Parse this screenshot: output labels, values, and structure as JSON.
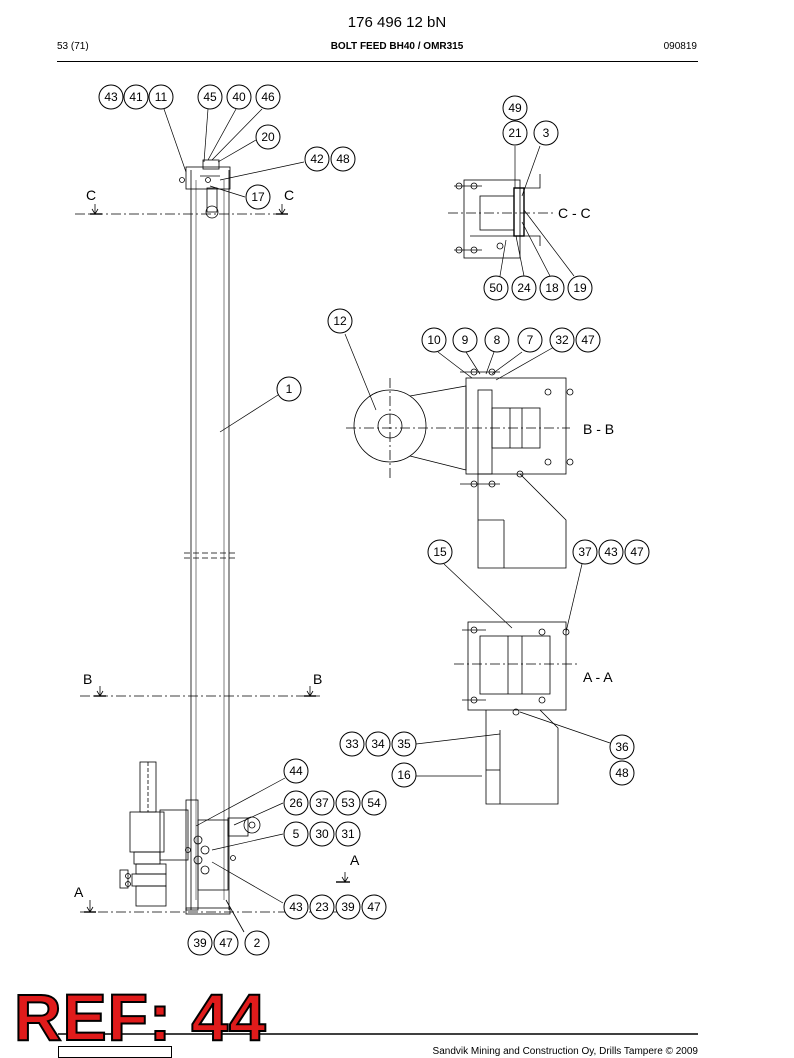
{
  "header": {
    "doc_number": "176 496 12 bN",
    "page": "53 (71)",
    "title": "BOLT FEED BH40 / OMR315",
    "date": "090819"
  },
  "section_labels": {
    "c_left": "C",
    "c_right": "C",
    "b_left": "B",
    "b_right": "B",
    "a_left": "A",
    "a_right": "A",
    "view_cc": "C - C",
    "view_bb": "B - B",
    "view_aa": "A - A"
  },
  "callouts": {
    "c43a": "43",
    "c41": "41",
    "c11": "11",
    "c45": "45",
    "c40": "40",
    "c46": "46",
    "c20": "20",
    "c42": "42",
    "c48a": "48",
    "c17": "17",
    "c1": "1",
    "c49": "49",
    "c21": "21",
    "c3": "3",
    "c50": "50",
    "c24": "24",
    "c18": "18",
    "c19": "19",
    "c12": "12",
    "c10": "10",
    "c9": "9",
    "c8": "8",
    "c7": "7",
    "c32": "32",
    "c47a": "47",
    "c15": "15",
    "c37a": "37",
    "c43b": "43",
    "c47b": "47",
    "c33": "33",
    "c34": "34",
    "c35": "35",
    "c36": "36",
    "c48b": "48",
    "c16": "16",
    "c44": "44",
    "c26": "26",
    "c37b": "37",
    "c53": "53",
    "c54": "54",
    "c5": "5",
    "c30": "30",
    "c31": "31",
    "c43c": "43",
    "c23": "23",
    "c39a": "39",
    "c47c": "47",
    "c39b": "39",
    "c47d": "47",
    "c2": "2"
  },
  "stamp": "REF: 44",
  "footer": {
    "copyright": "Sandvik Mining and Construction Oy, Drills Tampere © 2009"
  }
}
